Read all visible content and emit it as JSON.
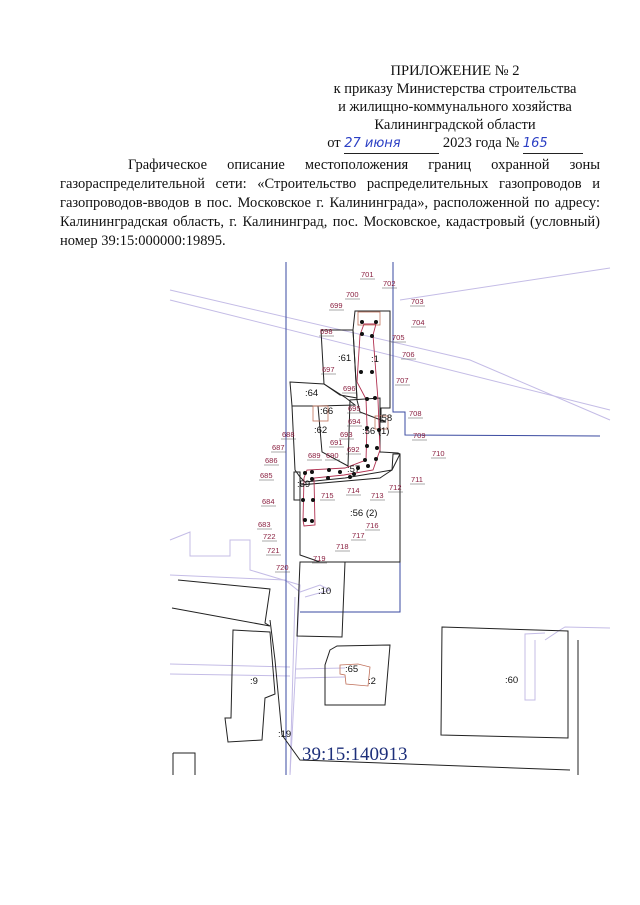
{
  "header": {
    "title": "ПРИЛОЖЕНИЕ № 2",
    "line1": "к приказу Министерства строительства",
    "line2": "и жилищно-коммунального хозяйства",
    "line3": "Калининградской области",
    "date_prefix": "от",
    "date_handwritten": "27 июня",
    "date_suffix": "2023 года №",
    "number_handwritten": "165"
  },
  "description": "Графическое описание местоположения границ охранной зоны газораспределительной сети: «Строительство распределительных газопроводов и газопроводов-вводов в пос. Московское г. Калининграда», расположенной по адресу: Калининградская область, г. Калининград, пос. Московское, кадастровый (условный) номер 39:15:000000:19895.",
  "map": {
    "colors": {
      "zone_boundary": "#b03050",
      "parcel": "#222222",
      "road": "#b8b0e0",
      "cadastral_label": "#1d2f7a"
    },
    "cadastral_block": "39:15:140913",
    "parcels": [
      ":61",
      ":1",
      ":64",
      ":66",
      ":58",
      ":62",
      ":56 (1)",
      ":57",
      ":59",
      ":56 (2)",
      ":10",
      ":65",
      ":2",
      ":60",
      ":9",
      ":19"
    ],
    "point_labels": [
      "701",
      "702",
      "703",
      "700",
      "699",
      "704",
      "698",
      "705",
      "706",
      "697",
      "707",
      "696",
      "695",
      "708",
      "694",
      "693",
      "691",
      "692",
      "709",
      "688",
      "687",
      "689",
      "690",
      "710",
      "686",
      "685",
      "711",
      "712",
      "714",
      "715",
      "713",
      "684",
      "716",
      "683",
      "717",
      "722",
      "718",
      "721",
      "719",
      "720"
    ]
  }
}
